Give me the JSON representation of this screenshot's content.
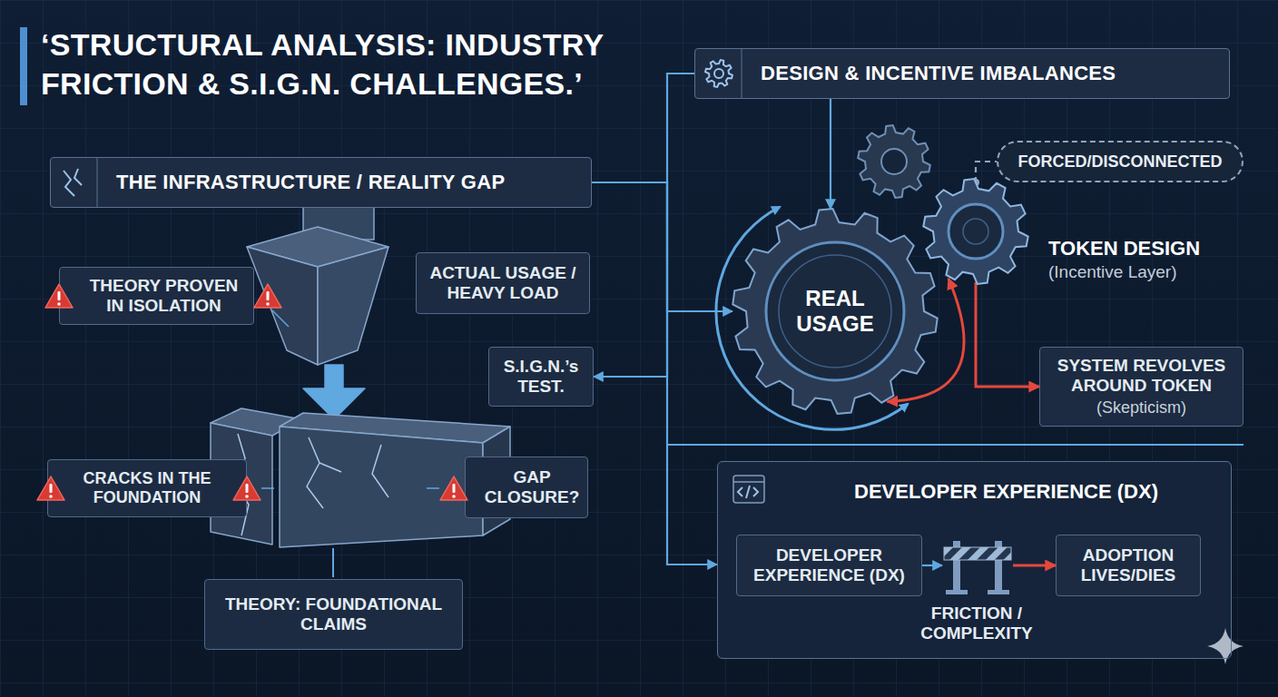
{
  "diagram": {
    "title": "‘STRUCTURAL ANALYSIS: INDUSTRY FRICTION & S.I.G.N. CHALLENGES.’",
    "nodes": [
      {
        "text": [
          "THE INFRASTRUCTURE / REALITY GAP"
        ]
      },
      {
        "text": [
          "THEORY PROVEN IN ISOLATION"
        ]
      },
      {
        "text": [
          "ACTUAL USAGE / HEAVY LOAD"
        ]
      },
      {
        "text": [
          "S.I.G.N.’s TEST."
        ]
      },
      {
        "text": [
          "CRACKS IN THE FOUNDATION"
        ]
      },
      {
        "text": [
          "GAP CLOSURE?"
        ]
      },
      {
        "text": [
          "THEORY: FOUNDATIONAL CLAIMS"
        ]
      },
      {
        "text": [
          "DESIGN & INCENTIVE IMBALANCES"
        ]
      },
      {
        "text": [
          "REAL USAGE"
        ]
      },
      {
        "text": [
          "FORCED/DISCONNECTED"
        ]
      },
      {
        "text": [
          "TOKEN DESIGN",
          "(Incentive Layer)"
        ]
      },
      {
        "text": [
          "SYSTEM REVOLVES AROUND TOKEN",
          "(Skepticism)"
        ]
      },
      {
        "text": [
          "DEVELOPER EXPERIENCE (DX)"
        ]
      },
      {
        "text": [
          "DEVELOPER EXPERIENCE (DX)"
        ],
        "in": 12
      },
      {
        "text": [
          "ADOPTION LIVES/DIES"
        ],
        "in": 12
      }
    ],
    "edges": [
      {
        "from": 0,
        "to": 7,
        "arrow": "none"
      },
      {
        "from": 0,
        "to": 3,
        "arrow": "to"
      },
      {
        "from": 0,
        "to": 8,
        "arrow": "to"
      },
      {
        "from": 0,
        "to": 12,
        "arrow": "to"
      },
      {
        "from": 7,
        "to": 8,
        "arrow": "to"
      },
      {
        "from": 8,
        "to": 10,
        "arrow": "both"
      },
      {
        "from": 10,
        "to": 9,
        "arrow": "none"
      },
      {
        "from": 10,
        "to": 11,
        "arrow": "to"
      },
      {
        "from": 13,
        "to": 14,
        "arrow": "to"
      }
    ],
    "labels": [
      "FRICTION / COMPLEXITY"
    ]
  }
}
